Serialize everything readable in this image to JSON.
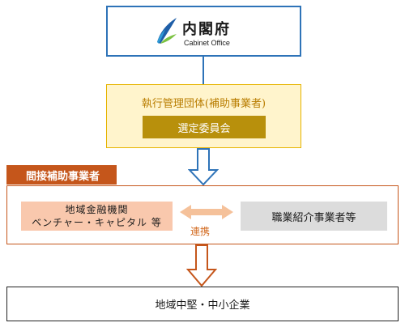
{
  "cabinet": {
    "name_ja": "内閣府",
    "name_en": "Cabinet Office"
  },
  "exec": {
    "label": "執行管理団体(補助事業者)",
    "committee": "選定委員会"
  },
  "indirect": {
    "tag": "間接補助事業者",
    "finance_line1": "地域金融機関",
    "finance_line2": "ベンチャー・キャピタル 等",
    "link_label": "連携",
    "job_agency": "職業紹介事業者等"
  },
  "target": {
    "label": "地域中堅・中小企業"
  },
  "colors": {
    "cabinet_border": "#2e73b8",
    "exec_fill": "#fff4cc",
    "exec_border": "#e6b400",
    "committee_fill": "#b8900c",
    "indirect_accent": "#c5561b",
    "finance_fill": "#f9c8ad",
    "job_agency_fill": "#dcdcdc",
    "link_arrow": "#f5c19a",
    "link_text": "#d2691e"
  },
  "icons": [
    "cabinet-office-leaf-logo",
    "down-arrow-icon",
    "double-arrow-icon"
  ]
}
